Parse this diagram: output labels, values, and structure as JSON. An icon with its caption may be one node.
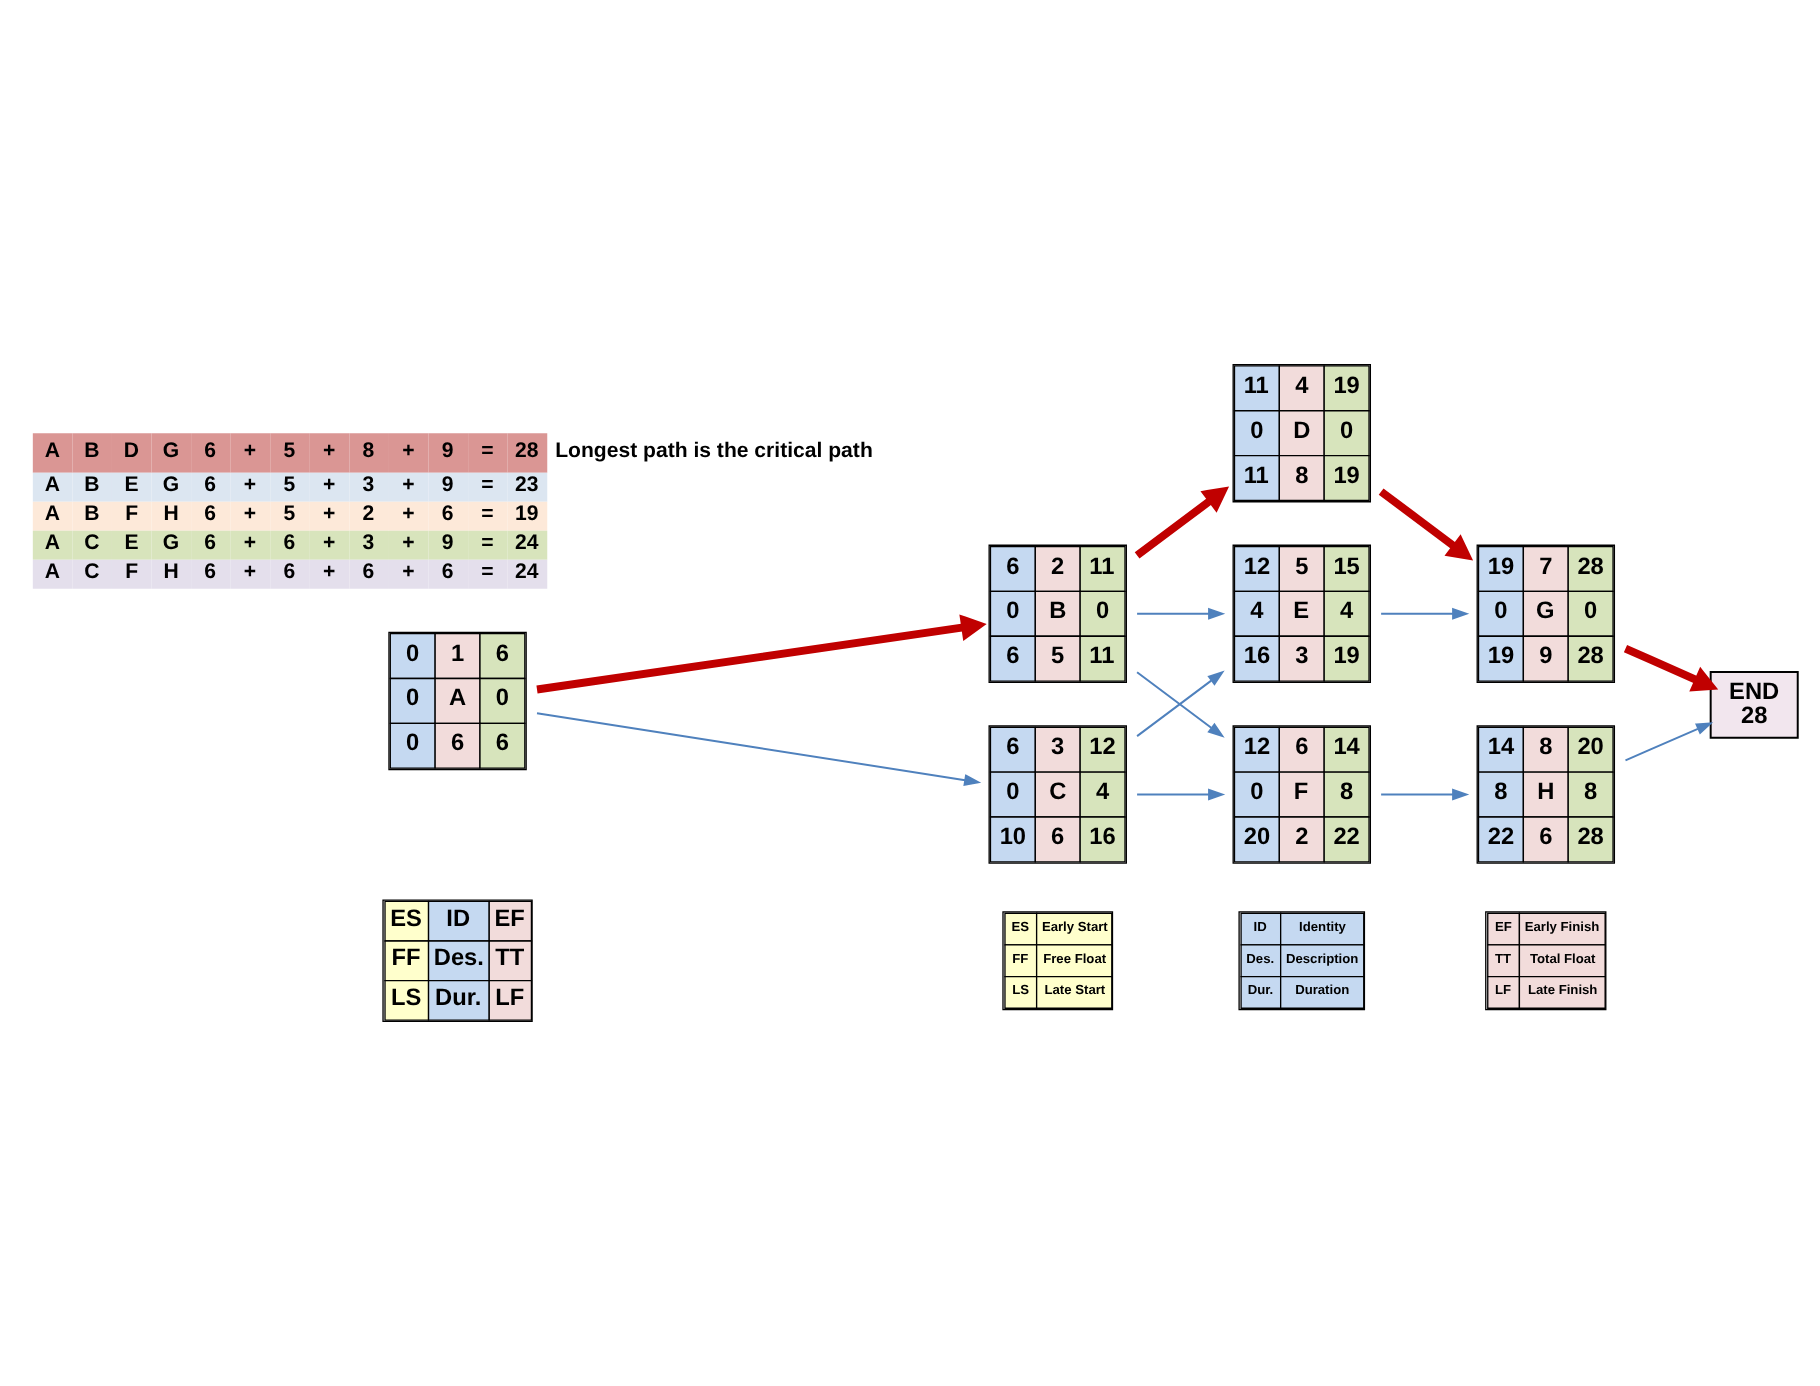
{
  "diagram": {
    "nodes": [
      {
        "text": [
          "ES",
          "ID",
          "EF",
          "FF",
          "Des.",
          "TT",
          "LS",
          "Dur.",
          "LF"
        ]
      },
      {
        "text": [
          "ES",
          "Early Start",
          "FF",
          "Free Float",
          "LS",
          "Late Start"
        ]
      },
      {
        "text": [
          "ID",
          "Identity",
          "Des.",
          "Description",
          "Dur.",
          "Duration"
        ]
      },
      {
        "text": [
          "EF",
          "Early Finish",
          "TT",
          "Total Float",
          "LF",
          "Late Finish"
        ]
      },
      {
        "text": [
          "0",
          "1",
          "6",
          "0",
          "A",
          "0",
          "0",
          "6",
          "6"
        ]
      },
      {
        "text": [
          "6",
          "2",
          "11",
          "0",
          "B",
          "0",
          "6",
          "5",
          "11"
        ]
      },
      {
        "text": [
          "6",
          "3",
          "12",
          "0",
          "C",
          "4",
          "10",
          "6",
          "16"
        ]
      },
      {
        "text": [
          "11",
          "4",
          "19",
          "0",
          "D",
          "0",
          "11",
          "8",
          "19"
        ]
      },
      {
        "text": [
          "12",
          "5",
          "15",
          "4",
          "E",
          "4",
          "16",
          "3",
          "19"
        ]
      },
      {
        "text": [
          "12",
          "6",
          "14",
          "0",
          "F",
          "8",
          "20",
          "2",
          "22"
        ]
      },
      {
        "text": [
          "19",
          "7",
          "28",
          "0",
          "G",
          "0",
          "19",
          "9",
          "28"
        ]
      },
      {
        "text": [
          "14",
          "8",
          "20",
          "8",
          "H",
          "8",
          "22",
          "6",
          "28"
        ]
      },
      {
        "text": [
          "END",
          "28"
        ]
      }
    ],
    "edges": [
      {
        "from": 4,
        "to": 5,
        "arrow": "to",
        "style": "thick",
        "color": "#c00000"
      },
      {
        "from": 4,
        "to": 6,
        "arrow": "to"
      },
      {
        "from": 5,
        "to": 7,
        "arrow": "to",
        "style": "thick",
        "color": "#c00000"
      },
      {
        "from": 5,
        "to": 8,
        "arrow": "to"
      },
      {
        "from": 5,
        "to": 9,
        "arrow": "to"
      },
      {
        "from": 6,
        "to": 8,
        "arrow": "to"
      },
      {
        "from": 6,
        "to": 9,
        "arrow": "to"
      },
      {
        "from": 7,
        "to": 10,
        "arrow": "to",
        "style": "thick",
        "color": "#c00000"
      },
      {
        "from": 8,
        "to": 10,
        "arrow": "to"
      },
      {
        "from": 9,
        "to": 11,
        "arrow": "to"
      },
      {
        "from": 10,
        "to": 12,
        "arrow": "to",
        "style": "thick",
        "color": "#c00000"
      },
      {
        "from": 11,
        "to": 12,
        "arrow": "to"
      }
    ],
    "labels": [
      "A",
      "B",
      "D",
      "G",
      "6",
      "+",
      "5",
      "+",
      "8",
      "+",
      "9",
      "=",
      "28",
      "A",
      "B",
      "E",
      "G",
      "6",
      "+",
      "5",
      "+",
      "3",
      "+",
      "9",
      "=",
      "23",
      "A",
      "B",
      "F",
      "H",
      "6",
      "+",
      "5",
      "+",
      "2",
      "+",
      "6",
      "=",
      "19",
      "A",
      "C",
      "E",
      "G",
      "6",
      "+",
      "6",
      "+",
      "3",
      "+",
      "9",
      "=",
      "24",
      "A",
      "C",
      "F",
      "H",
      "6",
      "+",
      "6",
      "+",
      "6",
      "+",
      "6",
      "=",
      "24",
      "Longest path is the critical path"
    ]
  }
}
